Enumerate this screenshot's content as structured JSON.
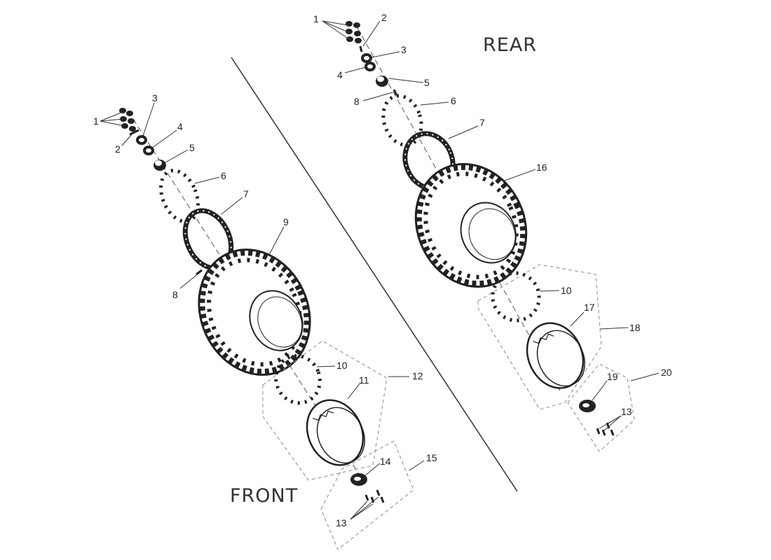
{
  "labels": {
    "rear": "REAR",
    "front": "FRONT"
  },
  "front_callouts": [
    "1",
    "2",
    "3",
    "4",
    "5",
    "6",
    "7",
    "8",
    "9",
    "10",
    "11",
    "12",
    "13",
    "14",
    "15"
  ],
  "rear_callouts": [
    "1",
    "2",
    "3",
    "4",
    "5",
    "6",
    "7",
    "8",
    "16",
    "10",
    "17",
    "18",
    "19",
    "13",
    "20"
  ],
  "colors": {
    "ink": "#222222",
    "dashed_group": "#8a8a8a",
    "background": "#ffffff"
  }
}
